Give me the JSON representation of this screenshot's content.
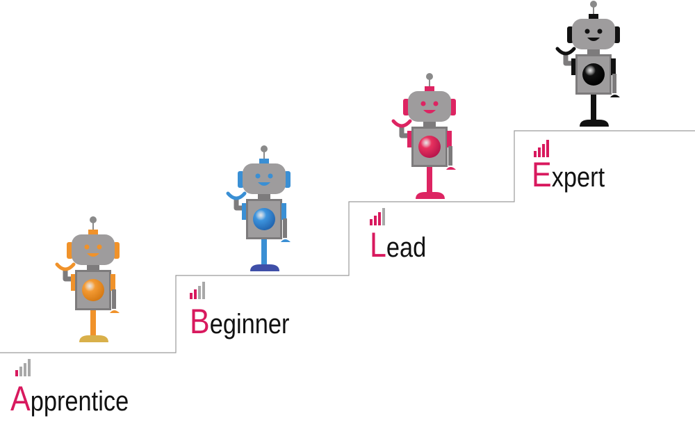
{
  "levels": [
    {
      "initial": "A",
      "rest": "pprentice",
      "color": "#f0922a",
      "dark": "#d67a14",
      "core": "#f39a33",
      "foot": "#d9b04a",
      "active_bars": 1
    },
    {
      "initial": "B",
      "rest": "eginner",
      "color": "#3a8fd4",
      "dark": "#2266b0",
      "core": "#3d94de",
      "foot": "#3f4fa8",
      "active_bars": 2
    },
    {
      "initial": "L",
      "rest": "ead",
      "color": "#dd2462",
      "dark": "#b8164c",
      "core": "#e8325f",
      "foot": "#dd2462",
      "active_bars": 3
    },
    {
      "initial": "E",
      "rest": "xpert",
      "color": "#111111",
      "dark": "#000000",
      "core": "#111111",
      "foot": "#111111",
      "active_bars": 4
    }
  ],
  "colors": {
    "accent": "#d8195e",
    "bar_inactive": "#a8a8a8",
    "robot_body": "#9e9c9d",
    "robot_body_dark": "#7d7b7c",
    "stair_line": "#9a9a9a"
  }
}
